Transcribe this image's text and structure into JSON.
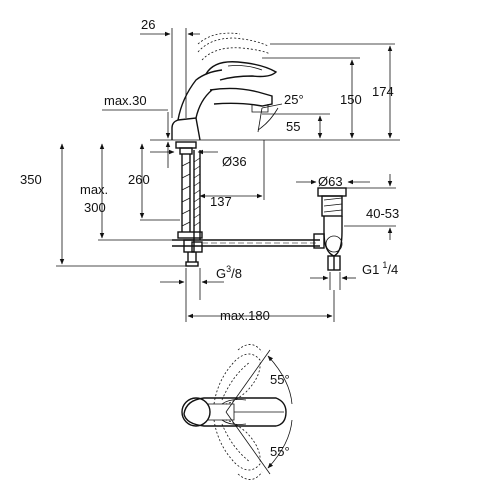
{
  "dimensions": {
    "spout_offset": "26",
    "height_150": "150",
    "height_174": "174",
    "max_30": "max.30",
    "angle_25": "25°",
    "spout_55": "55",
    "dia_36": "Ø36",
    "total_350": "350",
    "max_300_line1": "max.",
    "max_300_line2": "300",
    "len_260": "260",
    "len_137": "137",
    "dia_63": "Ø63",
    "range_40_53": "40-53",
    "thread_g38_base": "G",
    "thread_g38_num": "3",
    "thread_g38_den": "/8",
    "thread_g114_base": "G1",
    "thread_g114_num": "1",
    "thread_g114_den": "/4",
    "max_180": "max.180",
    "angle_top": "55°",
    "angle_bottom": "55°"
  }
}
